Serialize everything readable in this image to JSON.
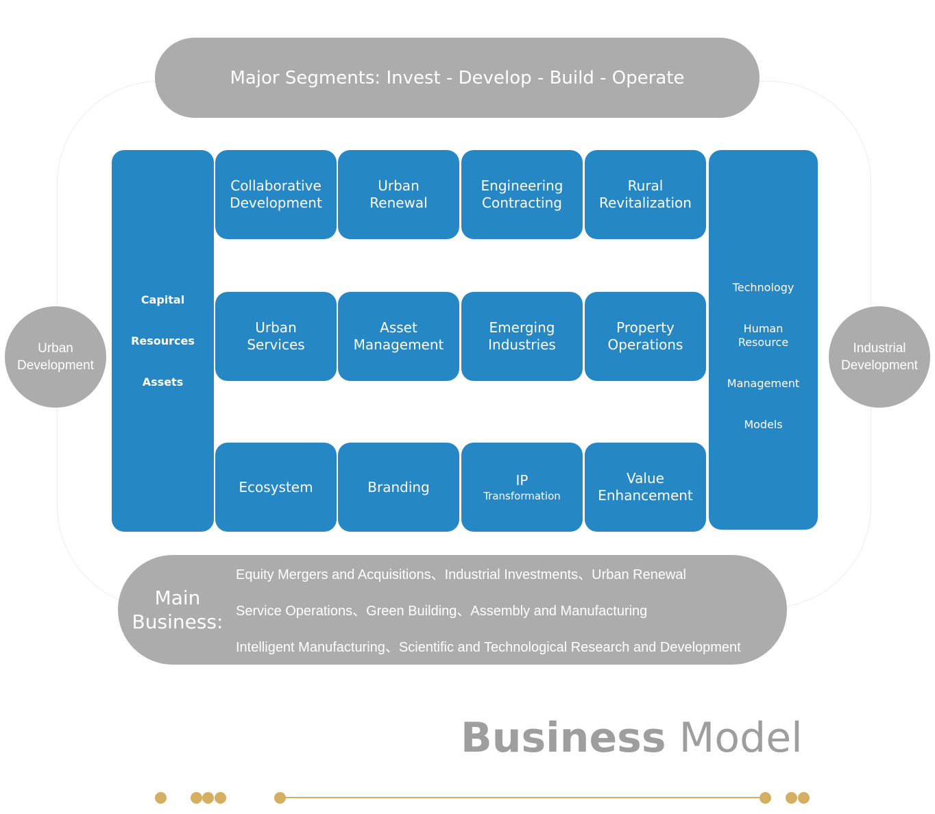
{
  "header": {
    "label": "Major Segments: Invest - Develop - Build - Operate"
  },
  "left_circle": {
    "label_line1": "Urban",
    "label_line2": "Development"
  },
  "right_circle": {
    "label_line1": "Industrial",
    "label_line2": "Development"
  },
  "left_column": {
    "items": [
      "Capital",
      "Resources",
      "Assets"
    ]
  },
  "right_column": {
    "items": [
      "Technology",
      "Human",
      "Resource",
      "Management",
      "Models"
    ]
  },
  "grid": {
    "row1": [
      {
        "line1": "Collaborative",
        "line2": "Development"
      },
      {
        "line1": "Urban",
        "line2": "Renewal"
      },
      {
        "line1": "Engineering",
        "line2": "Contracting"
      },
      {
        "line1": "Rural",
        "line2": "Revitalization"
      }
    ],
    "row2": [
      {
        "line1": "Urban",
        "line2": "Services"
      },
      {
        "line1": "Asset",
        "line2": "Management"
      },
      {
        "line1": "Emerging",
        "line2": "Industries"
      },
      {
        "line1": "Property",
        "line2": "Operations"
      }
    ],
    "row3": [
      {
        "line1": "Ecosystem"
      },
      {
        "line1": "Branding"
      },
      {
        "line1": "IP",
        "line2": "Transformation"
      },
      {
        "line1": "Value",
        "line2": "Enhancement"
      }
    ]
  },
  "main_business": {
    "label_line1": "Main",
    "label_line2": "Business:",
    "lines": [
      "Equity Mergers and Acquisitions、Industrial Investments、Urban Renewal",
      "Service Operations、Green Building、Assembly and Manufacturing",
      "Intelligent Manufacturing、Scientific and Technological Research and Development"
    ]
  },
  "title": {
    "bold": "Business",
    "regular": "Model"
  },
  "colors": {
    "blue": "#2587c3",
    "grey": "#acacac",
    "gold": "#d4af62"
  }
}
